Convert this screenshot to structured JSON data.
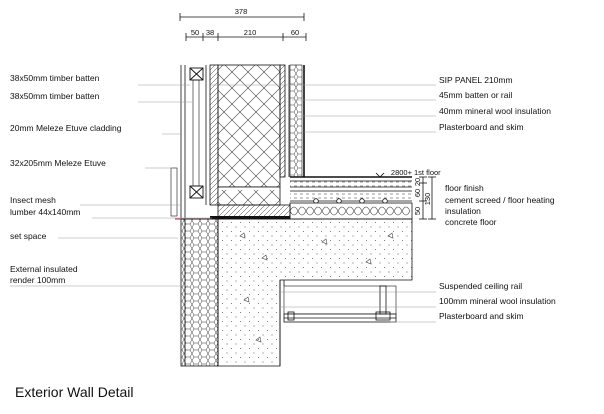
{
  "title": "Exterior Wall Detail",
  "dimensions": {
    "overall": "378",
    "segments": [
      "50",
      "38",
      "210",
      "60"
    ],
    "level": "2800+",
    "level_label": "1st floor",
    "floor_build_up": [
      "20",
      "60",
      "50",
      "130"
    ]
  },
  "labels_left": [
    "38x50mm timber batten",
    "38x50mm timber batten",
    "20mm Meleze Etuve cladding",
    "32x205mm Meleze Etuve",
    "Insect mesh",
    "lumber 44x140mm",
    "set space",
    "External insulated",
    "render 100mm"
  ],
  "labels_right": [
    "SIP PANEL 210mm",
    "45mm batten or rail",
    "40mm mineral wool insulation",
    "Plasterboard and skim"
  ],
  "floor_labels": [
    "floor finish",
    "cement screed / floor heating",
    "insulation",
    "concrete floor"
  ],
  "ceiling_labels": [
    "Suspended ceiling rail",
    "100mm mineral wool insulation",
    "Plasterboard and skim"
  ]
}
